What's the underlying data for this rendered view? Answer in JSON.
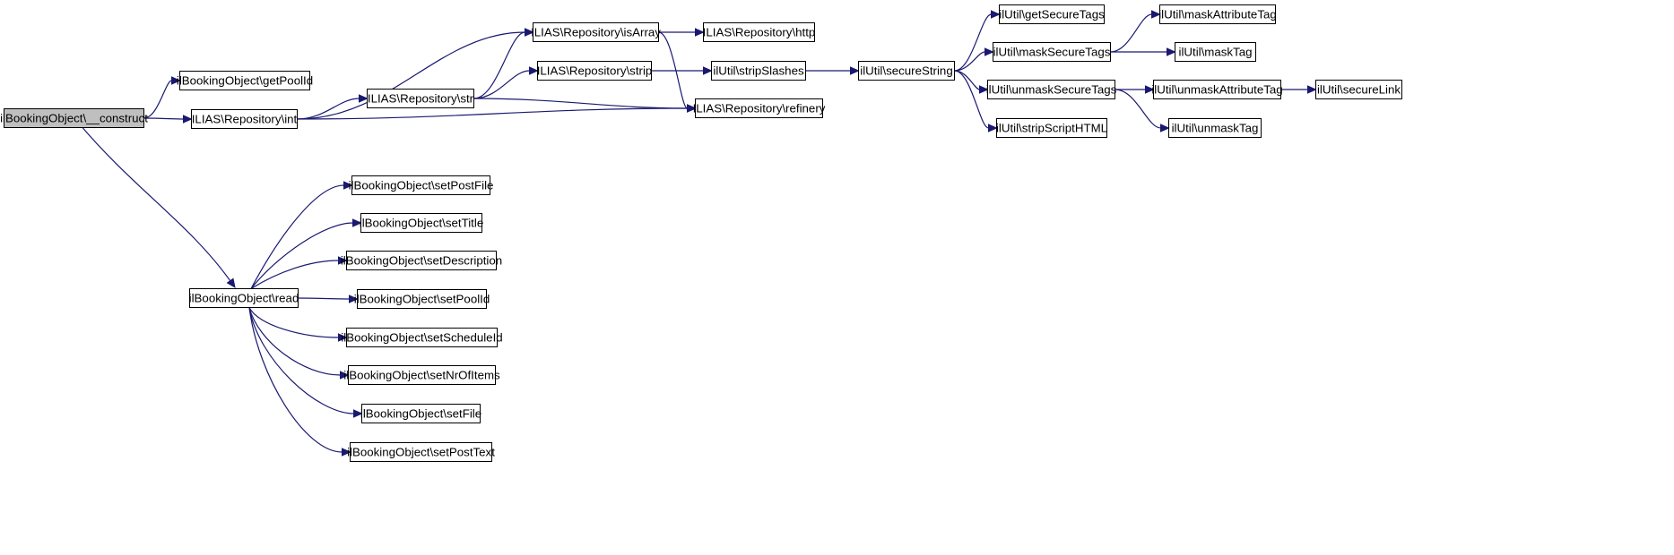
{
  "colors": {
    "edge": "#191970",
    "root_fill": "#bfbfbf",
    "node_fill": "#ffffff",
    "node_border": "#000000"
  },
  "nodes": {
    "construct": "ilBookingObject\\__construct",
    "getPoolId": "ilBookingObject\\getPoolId",
    "int": "ILIAS\\Repository\\int",
    "read": "ilBookingObject\\read",
    "str": "ILIAS\\Repository\\str",
    "isArray": "ILIAS\\Repository\\isArray",
    "strip": "ILIAS\\Repository\\strip",
    "refinery": "ILIAS\\Repository\\refinery",
    "http": "ILIAS\\Repository\\http",
    "stripSlashes": "ilUtil\\stripSlashes",
    "secureString": "ilUtil\\secureString",
    "getSecureTags": "ilUtil\\getSecureTags",
    "maskSecureTags": "ilUtil\\maskSecureTags",
    "unmaskSecureTags": "ilUtil\\unmaskSecureTags",
    "stripScriptHTML": "ilUtil\\stripScriptHTML",
    "maskAttributeTag": "ilUtil\\maskAttributeTag",
    "maskTag": "ilUtil\\maskTag",
    "unmaskAttributeTag": "ilUtil\\unmaskAttributeTag",
    "unmaskTag": "ilUtil\\unmaskTag",
    "secureLink": "ilUtil\\secureLink",
    "setPostFile": "ilBookingObject\\setPostFile",
    "setTitle": "ilBookingObject\\setTitle",
    "setDescription": "ilBookingObject\\setDescription",
    "setPoolId": "ilBookingObject\\setPoolId",
    "setScheduleId": "ilBookingObject\\setScheduleId",
    "setNrOfItems": "ilBookingObject\\setNrOfItems",
    "setFile": "ilBookingObject\\setFile",
    "setPostText": "ilBookingObject\\setPostText"
  },
  "edges": [
    [
      "construct",
      "getPoolId"
    ],
    [
      "construct",
      "int"
    ],
    [
      "construct",
      "read"
    ],
    [
      "int",
      "isArray"
    ],
    [
      "int",
      "str"
    ],
    [
      "int",
      "refinery"
    ],
    [
      "str",
      "isArray"
    ],
    [
      "str",
      "strip"
    ],
    [
      "str",
      "refinery"
    ],
    [
      "isArray",
      "http"
    ],
    [
      "isArray",
      "refinery"
    ],
    [
      "strip",
      "stripSlashes"
    ],
    [
      "stripSlashes",
      "secureString"
    ],
    [
      "secureString",
      "getSecureTags"
    ],
    [
      "secureString",
      "maskSecureTags"
    ],
    [
      "secureString",
      "unmaskSecureTags"
    ],
    [
      "secureString",
      "stripScriptHTML"
    ],
    [
      "maskSecureTags",
      "maskAttributeTag"
    ],
    [
      "maskSecureTags",
      "maskTag"
    ],
    [
      "unmaskSecureTags",
      "unmaskAttributeTag"
    ],
    [
      "unmaskSecureTags",
      "unmaskTag"
    ],
    [
      "unmaskAttributeTag",
      "secureLink"
    ],
    [
      "read",
      "setPostFile"
    ],
    [
      "read",
      "setTitle"
    ],
    [
      "read",
      "setDescription"
    ],
    [
      "read",
      "setPoolId"
    ],
    [
      "read",
      "setScheduleId"
    ],
    [
      "read",
      "setNrOfItems"
    ],
    [
      "read",
      "setFile"
    ],
    [
      "read",
      "setPostText"
    ]
  ]
}
